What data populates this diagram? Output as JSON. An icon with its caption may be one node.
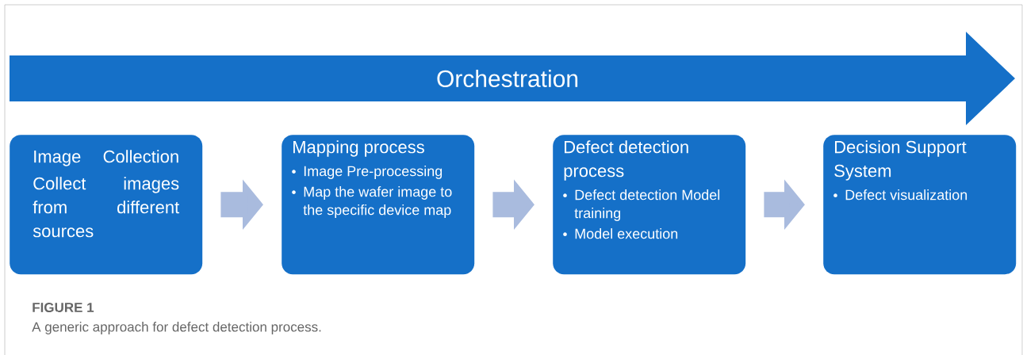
{
  "diagram": {
    "caption": "A generic approach for defect detection process.",
    "nodes": [
      {
        "text": [
          "Orchestration"
        ]
      },
      {
        "text": [
          "Image Collection",
          "Collect images from different sources"
        ]
      },
      {
        "text": [
          "Mapping process",
          "Image Pre-processing",
          "Map the wafer image to the specific device map"
        ]
      },
      {
        "text": [
          "Defect detection process",
          "Defect detection Model training",
          "Model execution"
        ]
      },
      {
        "text": [
          "Decision Support System",
          "Defect visualization"
        ]
      }
    ],
    "edges": [
      {
        "from": 1,
        "to": 2,
        "arrow": "to"
      },
      {
        "from": 2,
        "to": 3,
        "arrow": "to"
      },
      {
        "from": 3,
        "to": 4,
        "arrow": "to"
      }
    ],
    "labels": [
      "FIGURE 1"
    ]
  }
}
